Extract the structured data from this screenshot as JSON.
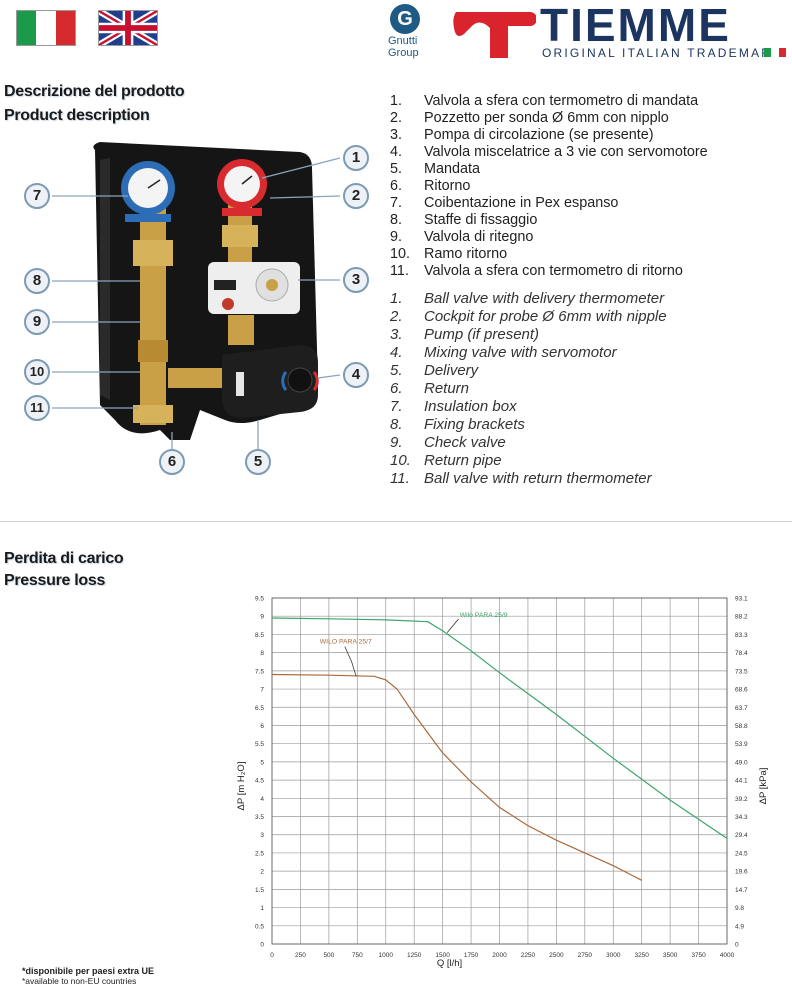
{
  "header": {
    "brand_group_line1": "Gnutti",
    "brand_group_line2": "Group",
    "brand_name": "TIEMME",
    "brand_tagline": "ORIGINAL ITALIAN TRADEMARK"
  },
  "product": {
    "title_it": "Descrizione del prodotto",
    "title_en": "Product description",
    "callouts": [
      "1",
      "2",
      "3",
      "4",
      "5",
      "6",
      "7",
      "8",
      "9",
      "10",
      "11"
    ],
    "items_it": [
      {
        "num": "1.",
        "text": "Valvola a sfera con termometro di mandata"
      },
      {
        "num": "2.",
        "text": "Pozzetto per sonda Ø 6mm con nipplo"
      },
      {
        "num": "3.",
        "text": "Pompa di circolazione (se presente)"
      },
      {
        "num": "4.",
        "text": "Valvola miscelatrice a 3 vie con servomotore"
      },
      {
        "num": "5.",
        "text": "Mandata"
      },
      {
        "num": "6.",
        "text": "Ritorno"
      },
      {
        "num": "7.",
        "text": "Coibentazione in Pex espanso"
      },
      {
        "num": "8.",
        "text": "Staffe di fissaggio"
      },
      {
        "num": "9.",
        "text": "Valvola di ritegno"
      },
      {
        "num": "10.",
        "text": "Ramo ritorno"
      },
      {
        "num": "11.",
        "text": "Valvola a sfera con termometro di ritorno"
      }
    ],
    "items_en": [
      {
        "num": "1.",
        "text": "Ball valve with delivery thermometer"
      },
      {
        "num": "2.",
        "text": "Cockpit for probe Ø 6mm with nipple"
      },
      {
        "num": "3.",
        "text": "Pump (if present)"
      },
      {
        "num": "4.",
        "text": "Mixing valve with servomotor"
      },
      {
        "num": "5.",
        "text": "Delivery"
      },
      {
        "num": "6.",
        "text": "Return"
      },
      {
        "num": "7.",
        "text": "Insulation box"
      },
      {
        "num": "8.",
        "text": "Fixing brackets"
      },
      {
        "num": "9.",
        "text": "Check valve"
      },
      {
        "num": "10.",
        "text": "Return pipe"
      },
      {
        "num": "11.",
        "text": "Ball valve with return thermometer"
      }
    ]
  },
  "pressure": {
    "title_it": "Perdita di carico",
    "title_en": "Pressure loss"
  },
  "footnote": {
    "line1": "*disponibile per paesi extra UE",
    "line2": "*available to non-EU countries"
  },
  "colors": {
    "green_series": "#3aa66a",
    "brown_series": "#a86a3c",
    "brand_red": "#d9232d",
    "brand_navy": "#1c3560"
  },
  "chart_data": {
    "type": "line",
    "xlabel": "Q [l/h]",
    "ylabel": "ΔP [m H₂O]",
    "ylabel2": "ΔP [kPa]",
    "xlim": [
      0,
      4000
    ],
    "ylim": [
      0,
      9.5
    ],
    "xticks": [
      "0",
      "250",
      "500",
      "750",
      "1000",
      "1250",
      "1500",
      "1750",
      "2000",
      "2250",
      "2500",
      "2750",
      "3000",
      "3250",
      "3500",
      "3750",
      "4000"
    ],
    "yticks": [
      "0",
      "0.5",
      "1",
      "1.5",
      "2",
      "2.5",
      "3",
      "3.5",
      "4",
      "4.5",
      "5",
      "5.5",
      "6",
      "6.5",
      "7",
      "7.5",
      "8",
      "8.5",
      "9",
      "9.5"
    ],
    "yticks_right": [
      "0",
      "4.9",
      "9.8",
      "14.7",
      "19.6",
      "24.5",
      "29.4",
      "34.3",
      "39.2",
      "44.1",
      "49.0",
      "53.9",
      "58.8",
      "63.7",
      "68.6",
      "73.5",
      "78.4",
      "83.3",
      "88.2",
      "93.1"
    ],
    "grid": true,
    "series": [
      {
        "name": "Wilo  PARA 25/9",
        "x": [
          0,
          500,
          1000,
          1370,
          1500,
          1750,
          2000,
          2500,
          3000,
          3500,
          4000
        ],
        "y": [
          8.95,
          8.93,
          8.9,
          8.85,
          8.6,
          8.05,
          7.45,
          6.3,
          5.1,
          3.95,
          2.9
        ]
      },
      {
        "name": "WILO PARA 25/7",
        "x": [
          0,
          500,
          900,
          1000,
          1100,
          1250,
          1500,
          1750,
          2000,
          2250,
          2500,
          2750,
          3000,
          3250
        ],
        "y": [
          7.4,
          7.38,
          7.35,
          7.25,
          7.0,
          6.3,
          5.25,
          4.45,
          3.75,
          3.25,
          2.85,
          2.5,
          2.15,
          1.75
        ]
      }
    ]
  }
}
